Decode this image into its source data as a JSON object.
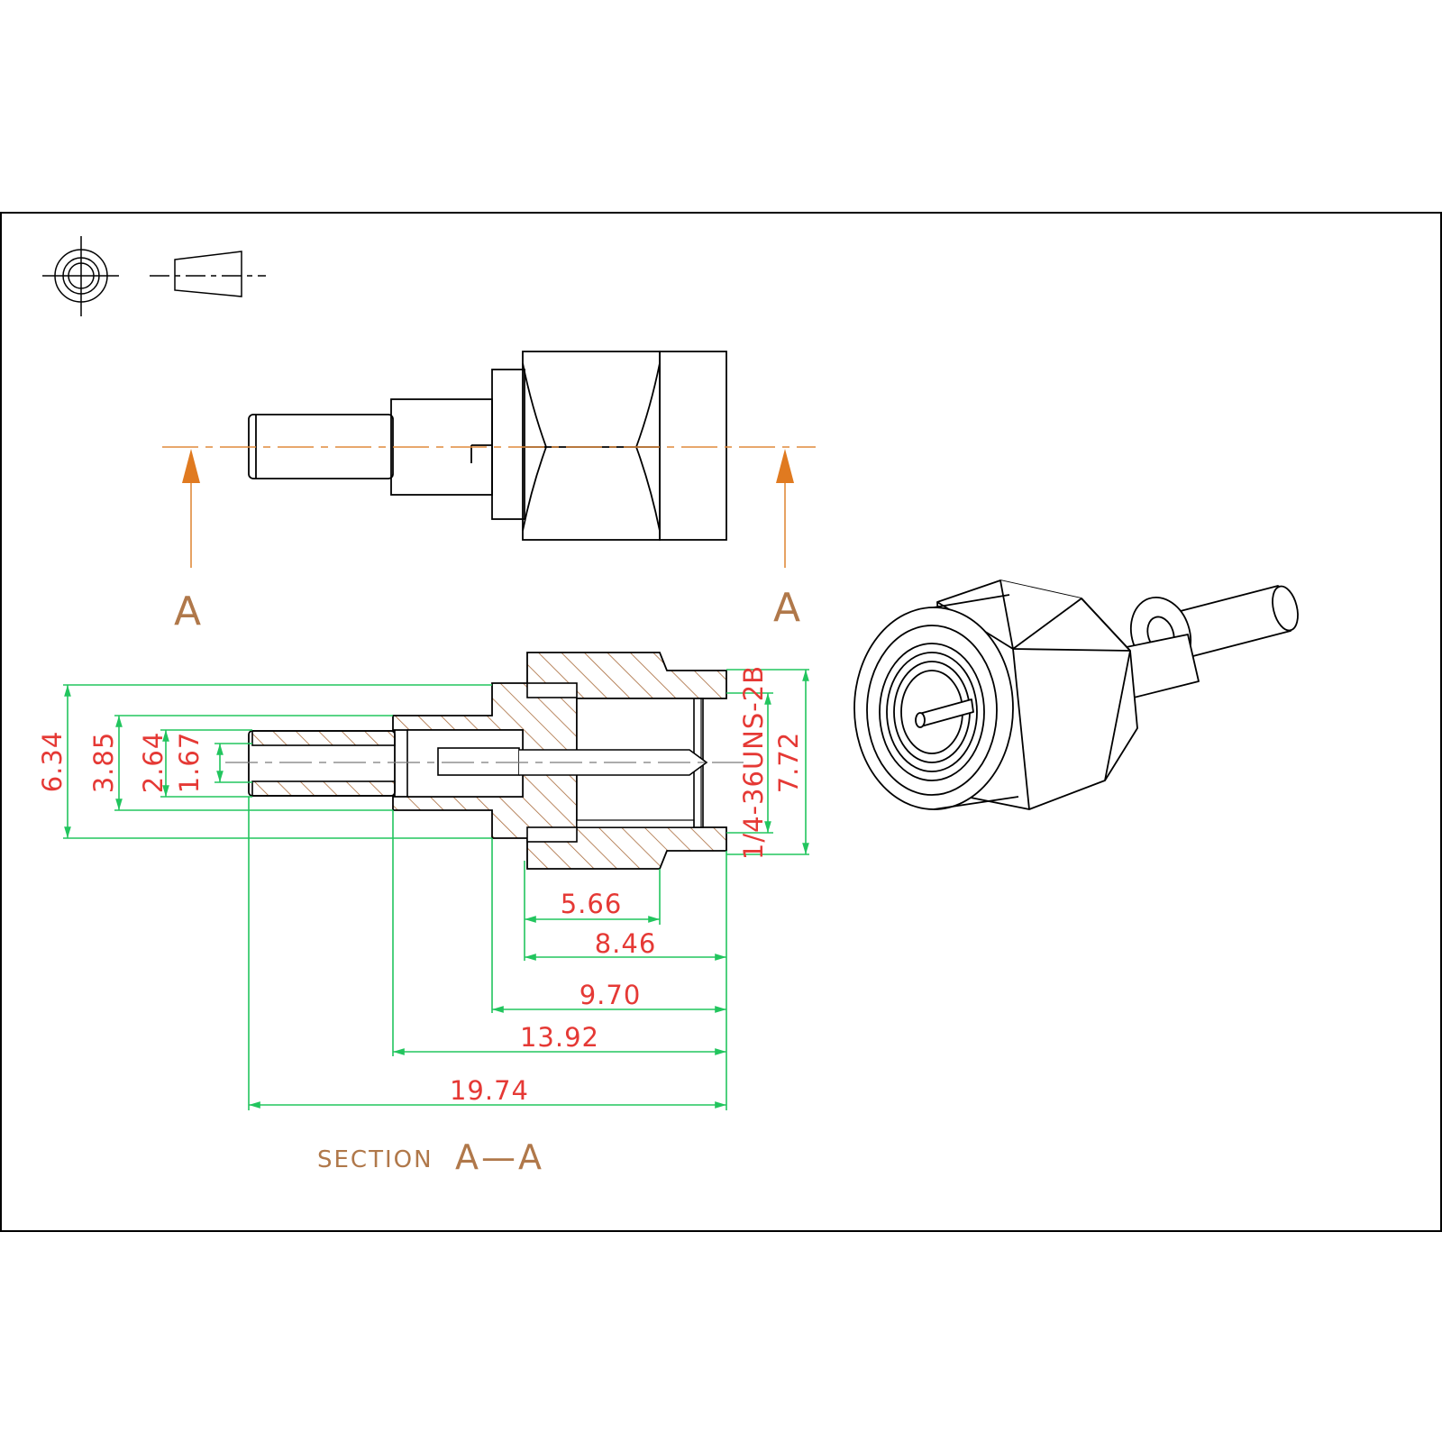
{
  "projection_symbol": "third-angle-projection-icon",
  "section_markers": {
    "left_label": "A",
    "right_label": "A"
  },
  "section_title": {
    "prefix": "SECTION",
    "name": "A—A"
  },
  "thread_callout": "1/4-36UNS-2B",
  "dimensions": {
    "vertical": [
      {
        "id": "dim-6-34",
        "text": "6.34"
      },
      {
        "id": "dim-3-85",
        "text": "3.85"
      },
      {
        "id": "dim-2-64",
        "text": "2.64"
      },
      {
        "id": "dim-1-67",
        "text": "1.67"
      },
      {
        "id": "dim-7-72",
        "text": "7.72"
      }
    ],
    "horizontal": [
      {
        "id": "dim-5-66",
        "text": "5.66"
      },
      {
        "id": "dim-8-46",
        "text": "8.46"
      },
      {
        "id": "dim-9-70",
        "text": "9.70"
      },
      {
        "id": "dim-13-92",
        "text": "13.92"
      },
      {
        "id": "dim-19-74",
        "text": "19.74"
      }
    ]
  },
  "colors": {
    "outline": "#000000",
    "dimension_line": "#22c55e",
    "dimension_text": "#e53935",
    "section_line": "#e08a3c",
    "hatch": "#a86a3a",
    "label": "#b0784a"
  }
}
